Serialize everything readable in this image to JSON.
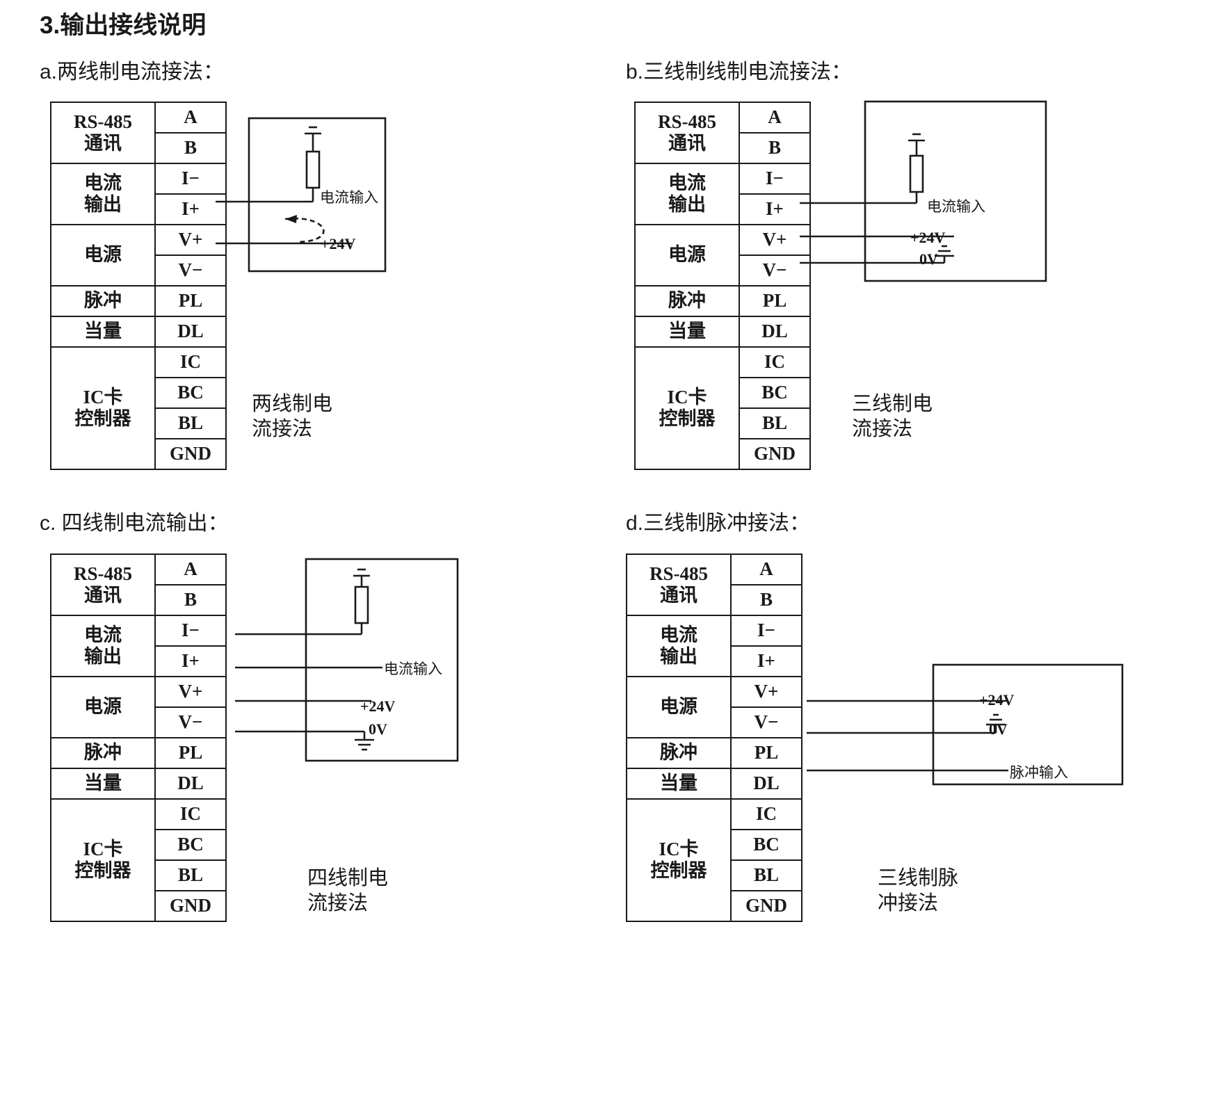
{
  "document": {
    "title": "3.输出接线说明"
  },
  "terminal_table": {
    "rows": [
      {
        "group": [
          "RS-485",
          "通讯"
        ],
        "group_rowspan": 2,
        "pin": "A"
      },
      {
        "pin": "B"
      },
      {
        "group": [
          "电流",
          "输出"
        ],
        "group_rowspan": 2,
        "pin": "I−"
      },
      {
        "pin": "I+"
      },
      {
        "group": [
          "电源"
        ],
        "group_rowspan": 2,
        "pin": "V+"
      },
      {
        "pin": "V−"
      },
      {
        "group": [
          "脉冲"
        ],
        "group_rowspan": 1,
        "pin": "PL"
      },
      {
        "group": [
          "当量"
        ],
        "group_rowspan": 1,
        "pin": "DL"
      },
      {
        "group": [
          "IC卡",
          "控制器"
        ],
        "group_rowspan": 4,
        "pin": "IC"
      },
      {
        "pin": "BC"
      },
      {
        "pin": "BL"
      },
      {
        "pin": "GND"
      }
    ]
  },
  "panels": [
    {
      "id": "a",
      "title": "a.两线制电流接法：",
      "caption_line1": "两线制电",
      "caption_line2": "流接法",
      "labels": {
        "current_input": "电流输入",
        "supply_24v": "+24V"
      }
    },
    {
      "id": "b",
      "title": "b.三线制线制电流接法：",
      "caption_line1": "三线制电",
      "caption_line2": "流接法",
      "labels": {
        "current_input": "电流输入",
        "supply_24v": "+24V",
        "zero_v": "0V"
      }
    },
    {
      "id": "c",
      "title": "c. 四线制电流输出：",
      "caption_line1": "四线制电",
      "caption_line2": "流接法",
      "labels": {
        "current_input": "电流输入",
        "supply_24v": "+24V",
        "zero_v": "0V"
      }
    },
    {
      "id": "d",
      "title": "d.三线制脉冲接法：",
      "caption_line1": "三线制脉",
      "caption_line2": "冲接法",
      "labels": {
        "supply_24v": "+24V",
        "zero_v": "0V",
        "pulse_input": "脉冲输入"
      }
    }
  ],
  "colors": {
    "ink": "#1a1a1a",
    "paper": "#ffffff"
  }
}
